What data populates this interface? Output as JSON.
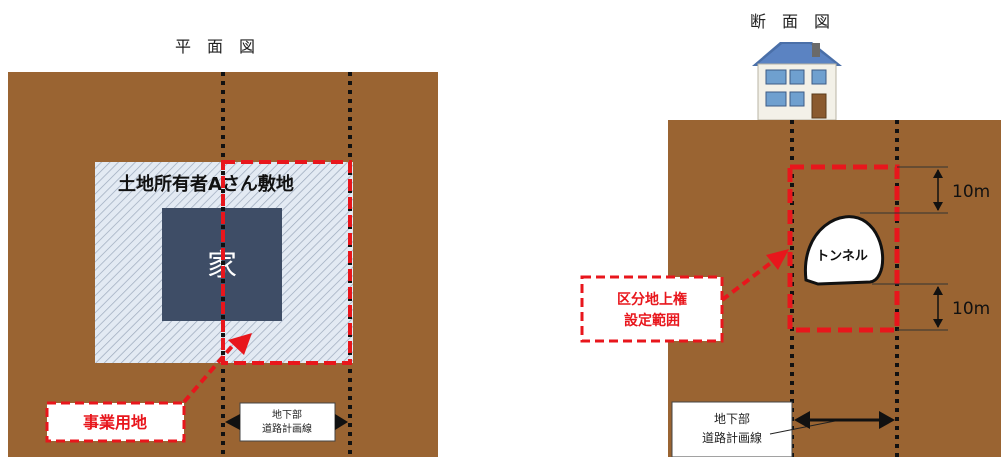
{
  "plan": {
    "title": "平　面　図",
    "land_label": "土地所有者Aさん敷地",
    "house_label": "家",
    "project_land_label": "事業用地",
    "road_line_label_1": "地下部",
    "road_line_label_2": "道路計画線"
  },
  "section": {
    "title": "断　面　図",
    "tunnel_label": "トンネル",
    "easement_label_1": "区分地上権",
    "easement_label_2": "設定範囲",
    "top_clearance": "10m",
    "bottom_clearance": "10m",
    "road_line_label_1": "地下部",
    "road_line_label_2": "道路計画線"
  },
  "colors": {
    "ground": "#9a6432",
    "land": "#dde6f0",
    "house": "#3e4d66",
    "easement": "#e8161c",
    "line": "#111111"
  }
}
